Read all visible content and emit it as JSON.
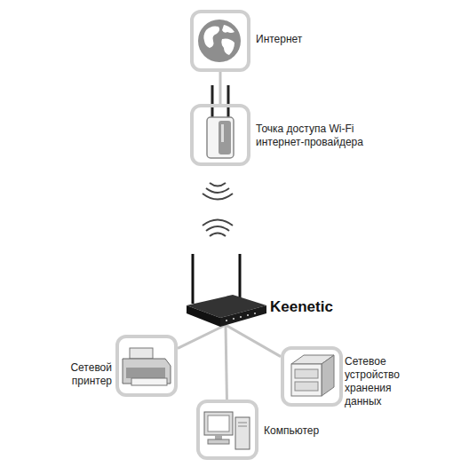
{
  "diagram": {
    "nodes": [
      {
        "text": [
          "Интернет"
        ]
      },
      {
        "text": [
          "Точка доступа Wi-Fi интернет-провайдера"
        ]
      },
      {
        "text": [
          "Keenetic"
        ]
      },
      {
        "text": [
          "Сетевой принтер"
        ]
      },
      {
        "text": [
          "Сетевое устройство хранения данных"
        ]
      },
      {
        "text": [
          "Компьютер"
        ]
      }
    ],
    "edges": [
      {
        "from": 0,
        "to": 1,
        "arrow": "none"
      },
      {
        "from": 2,
        "to": 3,
        "arrow": "none"
      },
      {
        "from": 2,
        "to": 4,
        "arrow": "none"
      },
      {
        "from": 2,
        "to": 5,
        "arrow": "none"
      }
    ]
  }
}
